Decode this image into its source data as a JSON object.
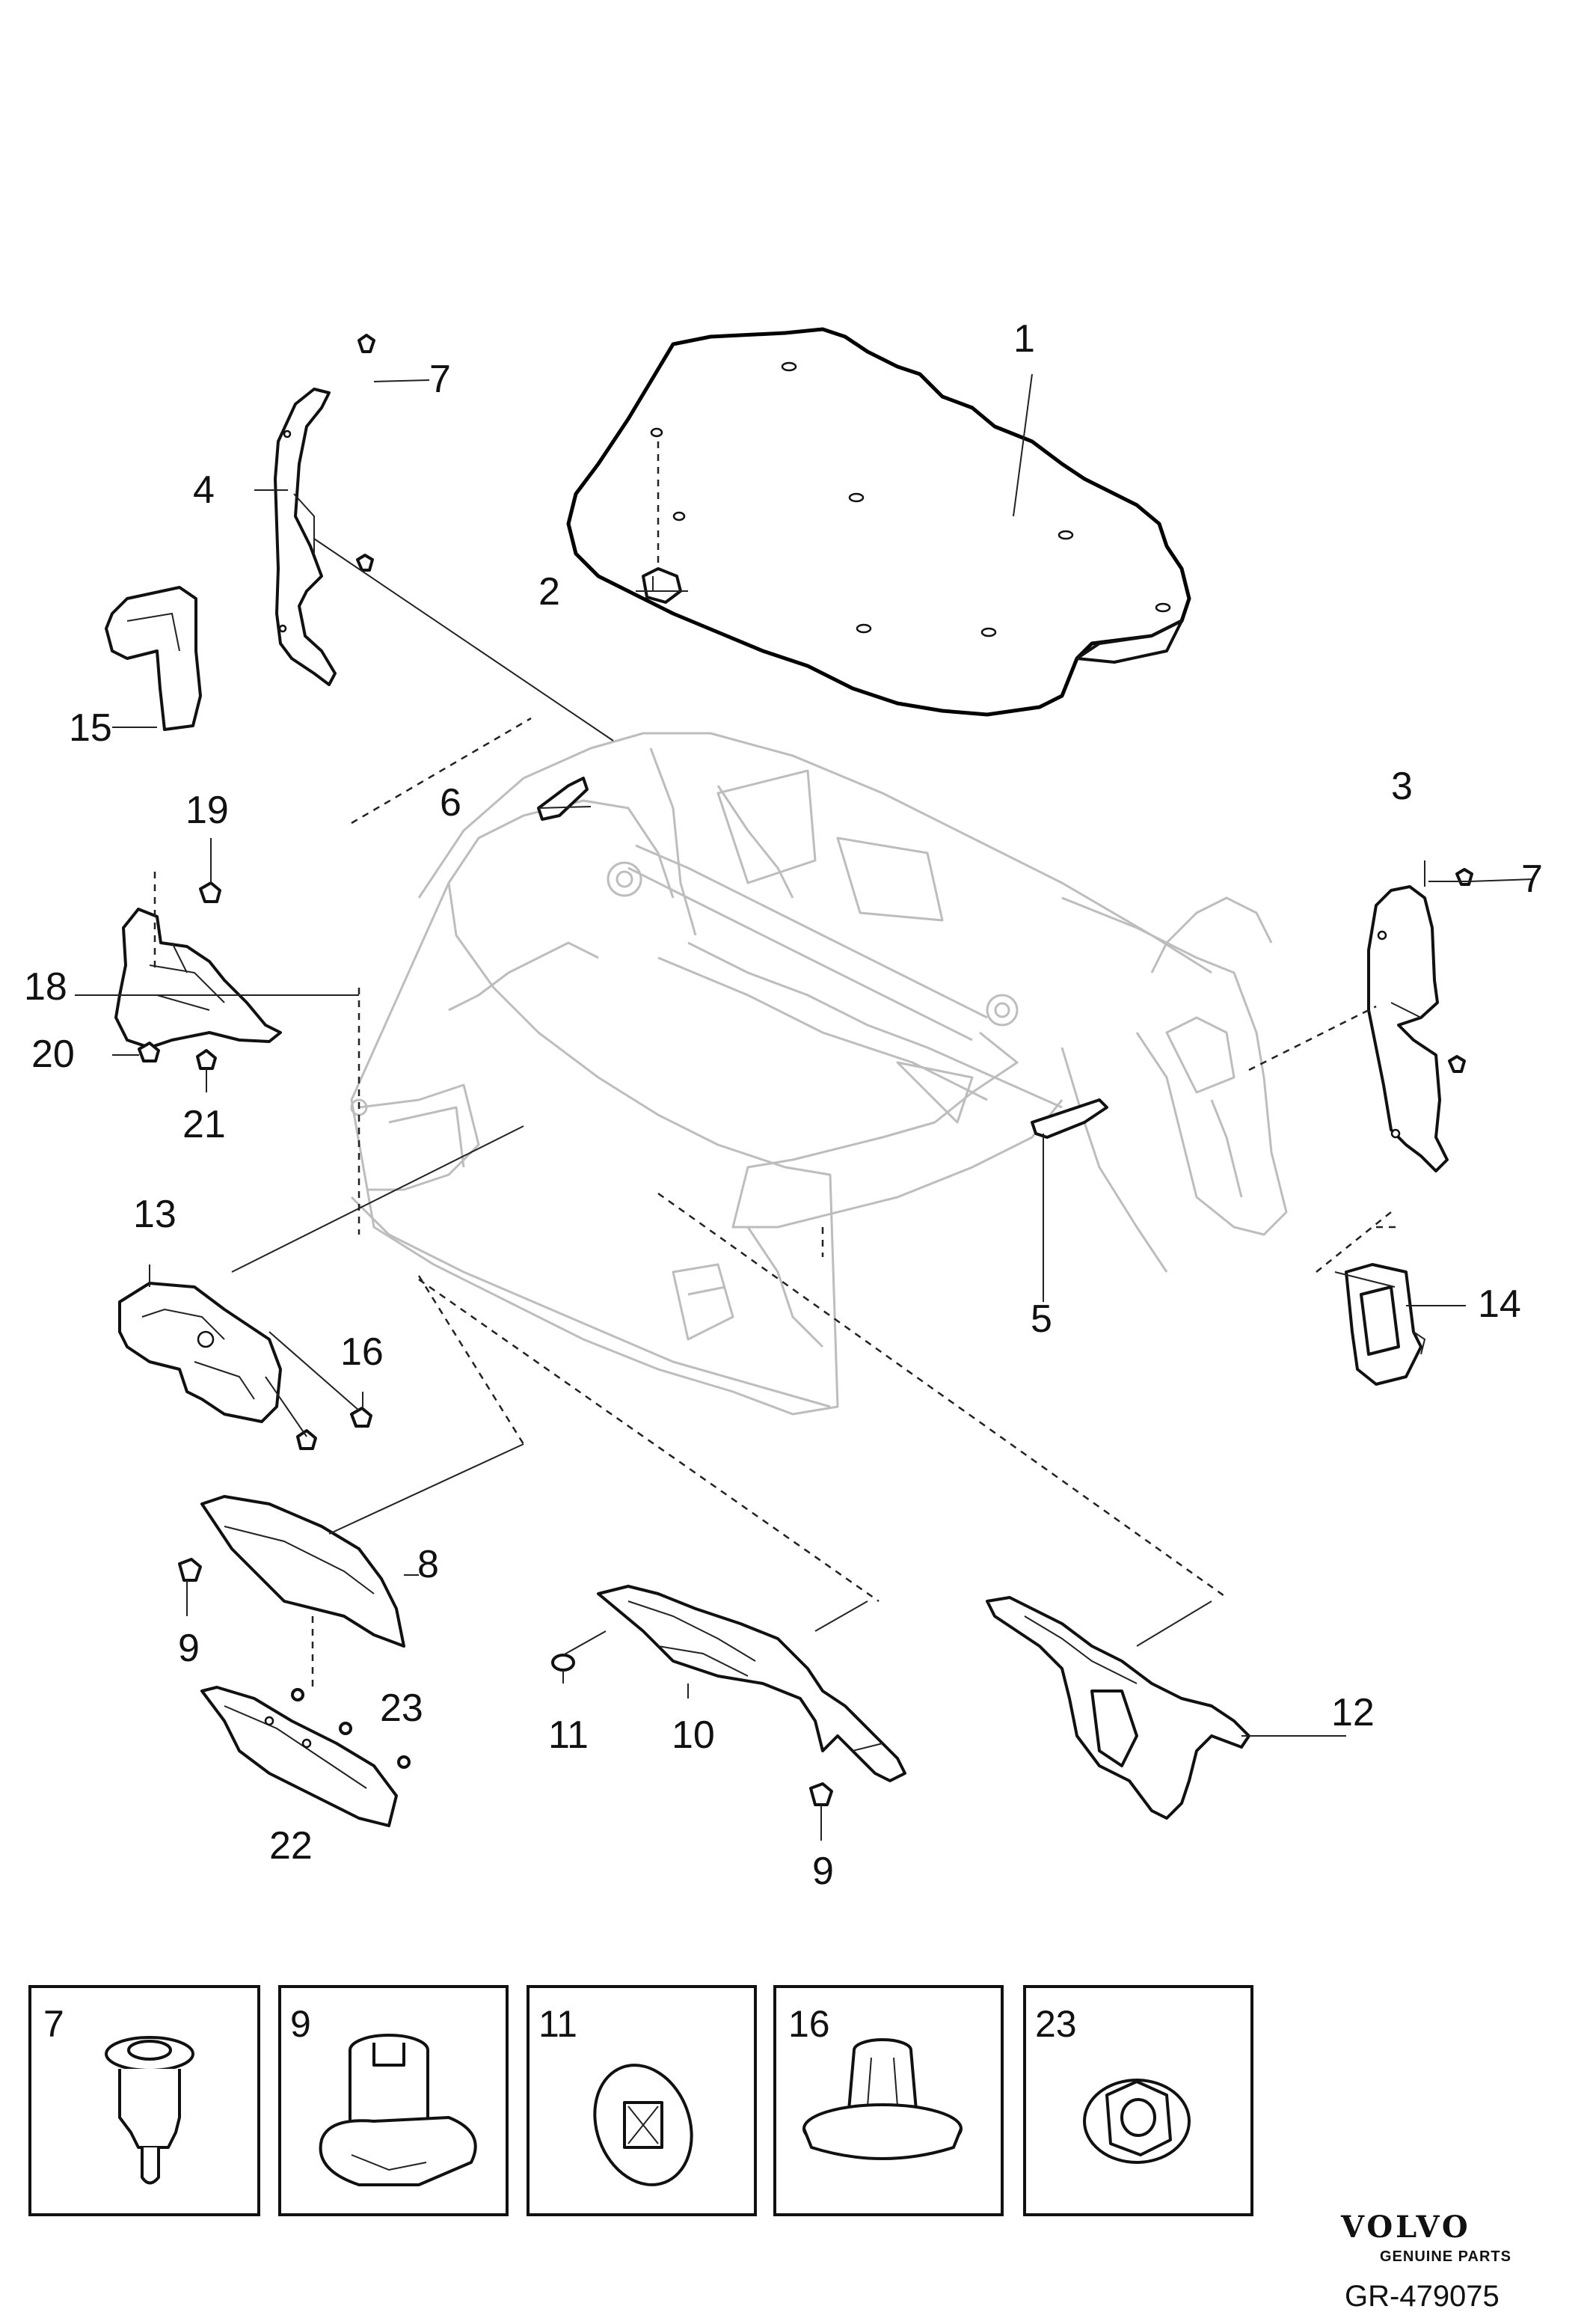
{
  "callouts": [
    "1",
    "2",
    "3",
    "4",
    "5",
    "6",
    "7",
    "7",
    "8",
    "9",
    "9",
    "10",
    "11",
    "12",
    "13",
    "14",
    "15",
    "16",
    "18",
    "19",
    "20",
    "21",
    "22",
    "23"
  ],
  "fastener_boxes": [
    "7",
    "9",
    "11",
    "16",
    "23"
  ],
  "logo": {
    "brand": "VOLVO",
    "tagline": "GENUINE PARTS"
  },
  "reference": "GR-479075"
}
